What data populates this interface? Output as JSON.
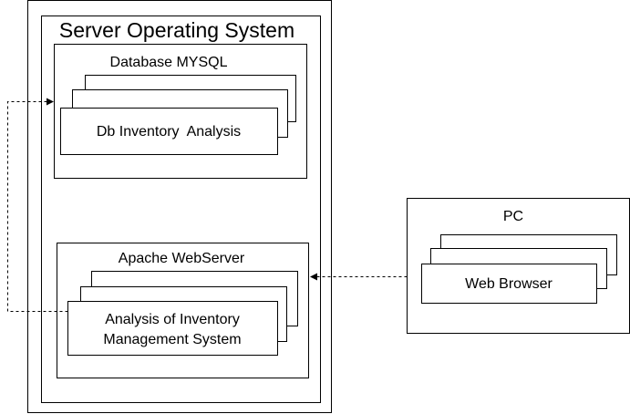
{
  "diagram": {
    "server": {
      "title": "Server Operating System",
      "database": {
        "title": "Database MYSQL",
        "stack_label": "Db Inventory  Analysis"
      },
      "webserver": {
        "title": "Apache WebServer",
        "stack_label_line1": "Analysis of Inventory",
        "stack_label_line2": "Management System"
      }
    },
    "pc": {
      "title": "PC",
      "stack_label": "Web Browser"
    },
    "colors": {
      "stroke": "#000000",
      "fill": "#ffffff"
    }
  }
}
